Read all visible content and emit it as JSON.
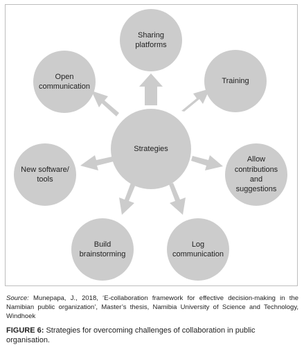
{
  "diagram": {
    "center": "Strategies",
    "nodes": [
      {
        "id": "sharing",
        "label": "Sharing platforms"
      },
      {
        "id": "training",
        "label": "Training"
      },
      {
        "id": "allow",
        "label": "Allow contributions and suggestions"
      },
      {
        "id": "log",
        "label": "Log communication"
      },
      {
        "id": "build",
        "label": "Build brainstorming"
      },
      {
        "id": "newsoftware",
        "label": "New software/ tools"
      },
      {
        "id": "open",
        "label": "Open communication"
      }
    ],
    "colors": {
      "circle": "#cccccc",
      "arrow": "#cccccc",
      "text": "#222222"
    }
  },
  "source": {
    "label": "Source:",
    "text": "Munepapa, J., 2018, ‘E-collaboration framework for effective decision-making in the Namibian public organization’, Master’s thesis, Namibia University of Science and Technology, Windhoek"
  },
  "caption": {
    "label": "FIGURE 6:",
    "text": "Strategies for overcoming challenges of collaboration in public organisation."
  }
}
